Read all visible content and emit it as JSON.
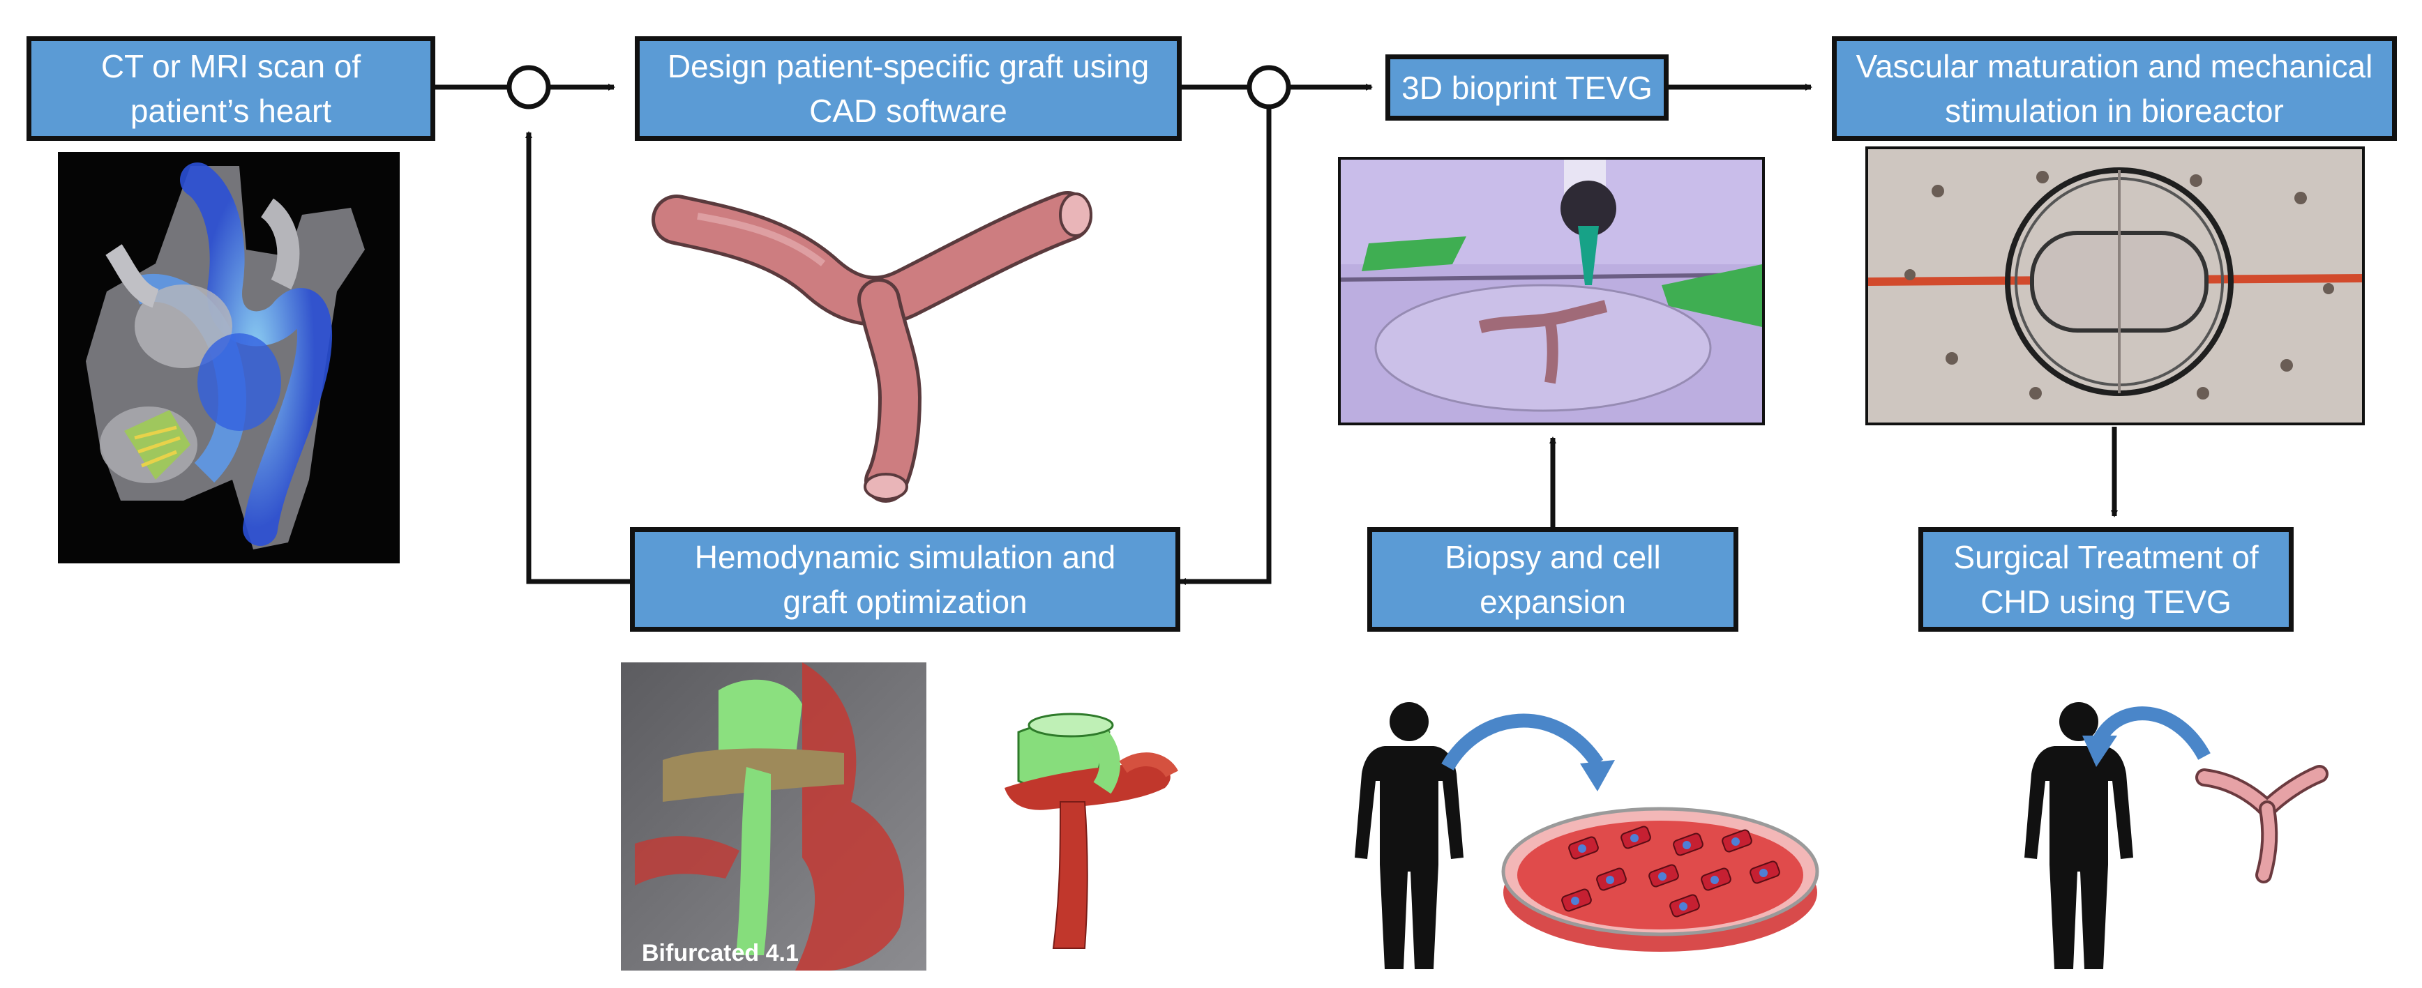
{
  "boxes": {
    "ct_scan": {
      "line1": "CT or MRI scan of",
      "line2": "patient’s heart"
    },
    "design": {
      "line1": "Design patient-specific graft using",
      "line2": "CAD software"
    },
    "bioprint": {
      "line1": "3D bioprint TEVG"
    },
    "maturation": {
      "line1": "Vascular maturation and mechanical",
      "line2": "stimulation in bioreactor"
    },
    "hemodynamic": {
      "line1": "Hemodynamic simulation and",
      "line2": "graft optimization"
    },
    "biopsy": {
      "line1": "Biopsy and cell",
      "line2": "expansion"
    },
    "surgical": {
      "line1": "Surgical Treatment of",
      "line2": "CHD using TEVG"
    }
  },
  "images": {
    "hemo_label": "Bifurcated  4.1"
  },
  "colors": {
    "box_fill": "#5b9bd5",
    "graft": "#cd7d80",
    "tissue_red": "#c9312a",
    "green_model": "#7fe07a"
  }
}
